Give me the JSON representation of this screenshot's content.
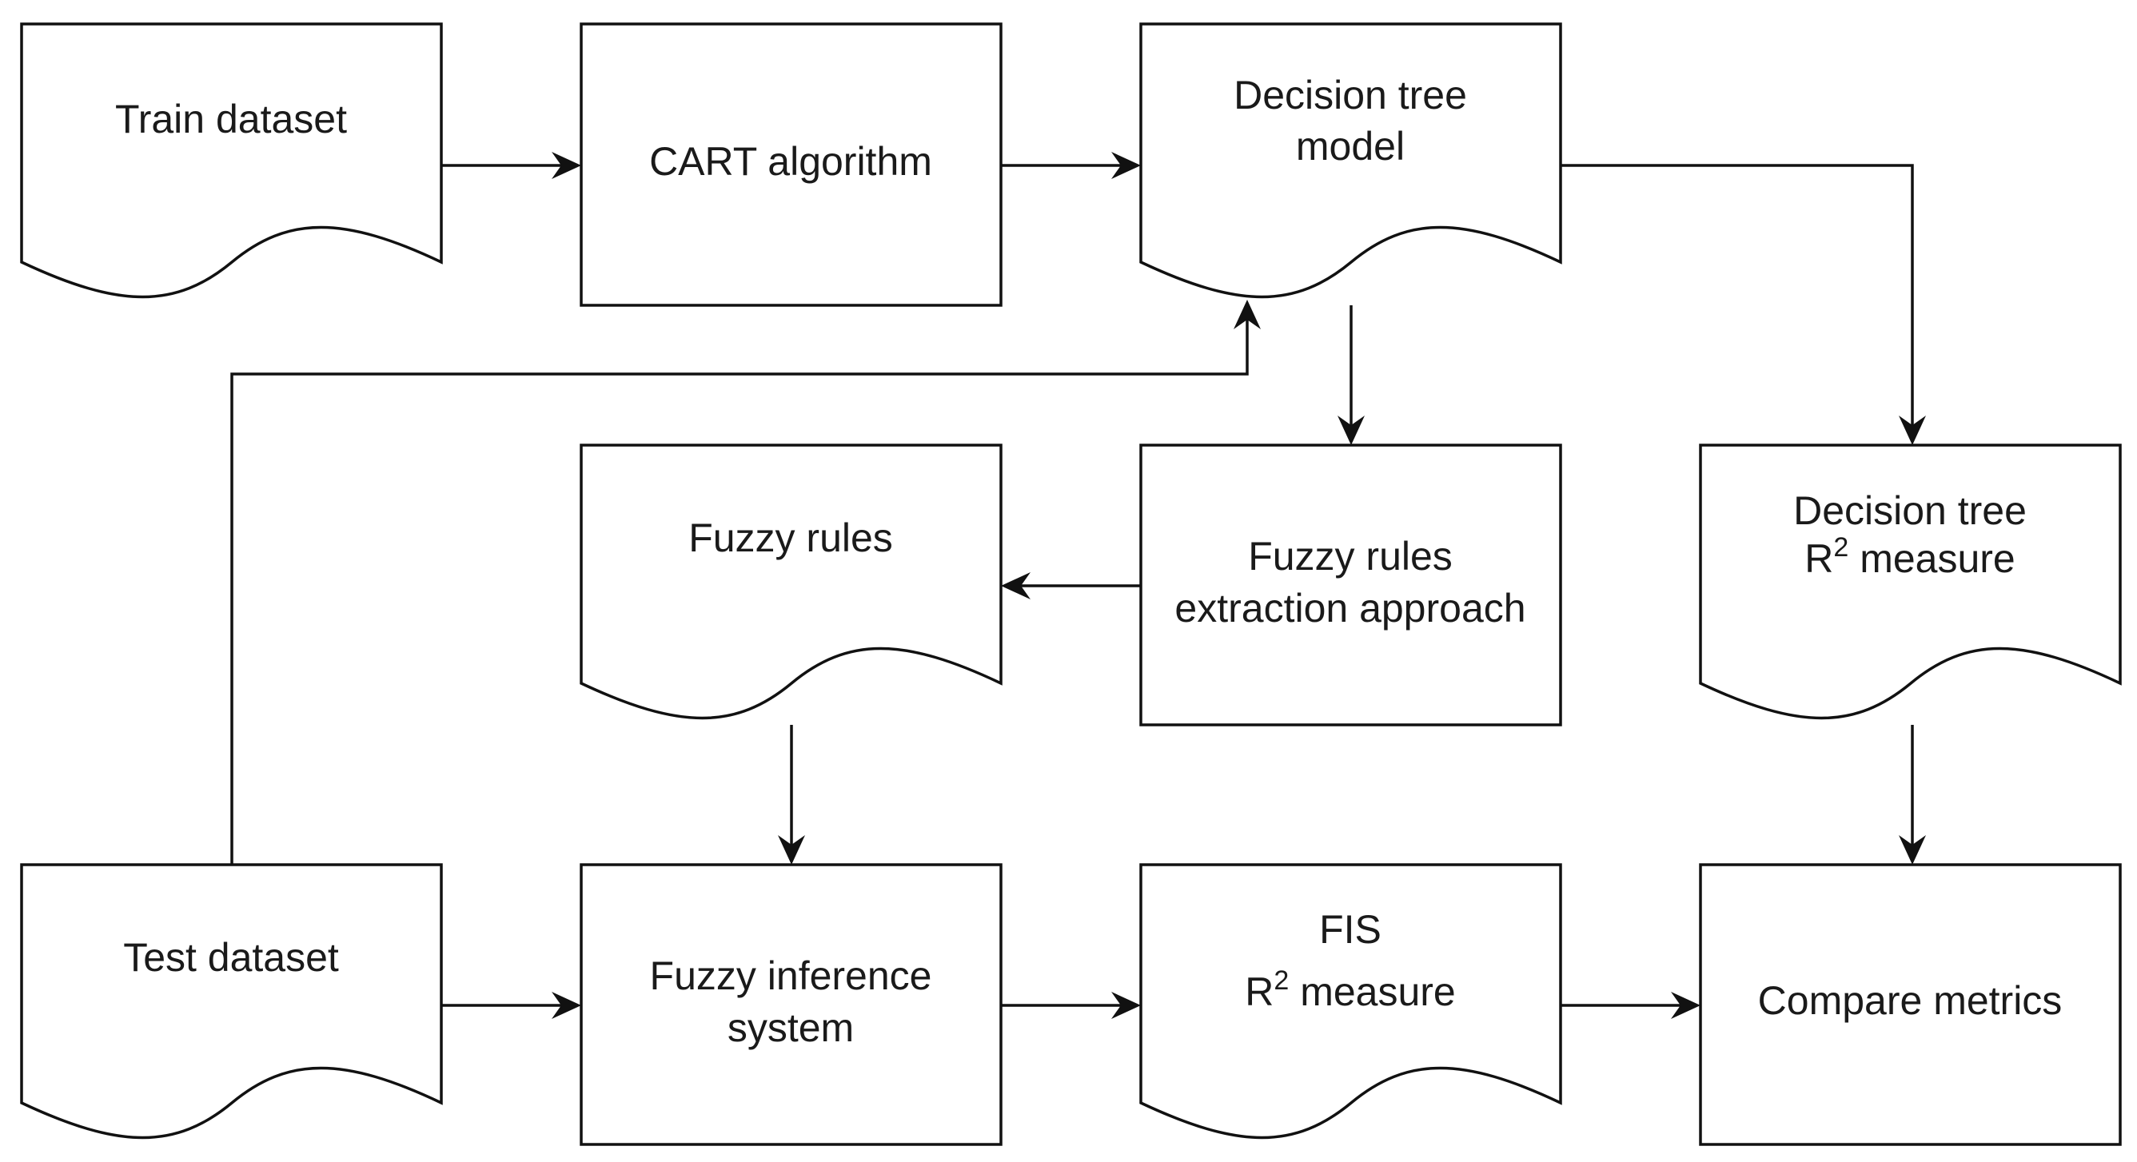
{
  "diagram": {
    "nodes": {
      "train_dataset": {
        "shape": "document",
        "lines": [
          "Train dataset"
        ]
      },
      "cart_algorithm": {
        "shape": "process",
        "lines": [
          "CART algorithm"
        ]
      },
      "decision_tree_model": {
        "shape": "document",
        "lines": [
          "Decision tree",
          "model"
        ]
      },
      "fuzzy_rules": {
        "shape": "document",
        "lines": [
          "Fuzzy rules"
        ]
      },
      "fuzzy_rules_extraction": {
        "shape": "process",
        "lines": [
          "Fuzzy rules",
          "extraction approach"
        ]
      },
      "decision_tree_r2": {
        "shape": "document",
        "line1": "Decision tree",
        "line2_base": "R",
        "line2_sup": "2",
        "line2_rest": " measure"
      },
      "test_dataset": {
        "shape": "document",
        "lines": [
          "Test dataset"
        ]
      },
      "fuzzy_inference_system": {
        "shape": "process",
        "lines": [
          "Fuzzy inference",
          "system"
        ]
      },
      "fis_r2": {
        "shape": "document",
        "line1": "FIS",
        "line2_base": "R",
        "line2_sup": "2",
        "line2_rest": " measure"
      },
      "compare_metrics": {
        "shape": "process",
        "lines": [
          "Compare metrics"
        ]
      }
    },
    "edges": [
      {
        "from": "train_dataset",
        "to": "cart_algorithm"
      },
      {
        "from": "cart_algorithm",
        "to": "decision_tree_model"
      },
      {
        "from": "decision_tree_model",
        "to": "decision_tree_r2"
      },
      {
        "from": "decision_tree_model",
        "to": "fuzzy_rules_extraction"
      },
      {
        "from": "test_dataset",
        "to": "decision_tree_model"
      },
      {
        "from": "fuzzy_rules_extraction",
        "to": "fuzzy_rules"
      },
      {
        "from": "fuzzy_rules",
        "to": "fuzzy_inference_system"
      },
      {
        "from": "decision_tree_r2",
        "to": "compare_metrics"
      },
      {
        "from": "test_dataset",
        "to": "fuzzy_inference_system"
      },
      {
        "from": "fuzzy_inference_system",
        "to": "fis_r2"
      },
      {
        "from": "fis_r2",
        "to": "compare_metrics"
      }
    ]
  }
}
